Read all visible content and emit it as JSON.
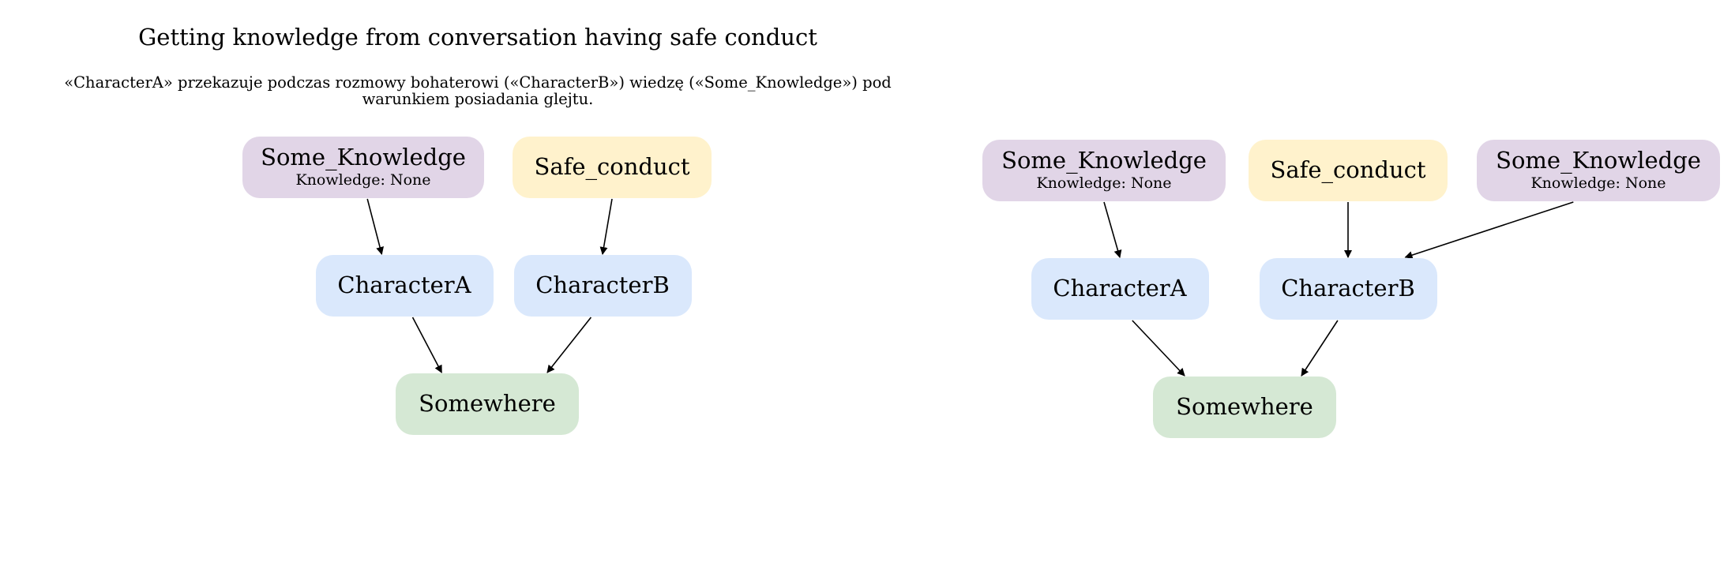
{
  "diagram": {
    "title": "Getting knowledge from conversation having safe conduct",
    "subtitle": "«CharacterA» przekazuje podczas rozmowy bohaterowi («CharacterB») wiedzę («Some_Knowledge») pod warunkiem posiadania glejtu.",
    "colors": {
      "knowledge": "#e1d5e7",
      "item": "#fff2cc",
      "character": "#dae8fc",
      "location": "#d5e8d4",
      "edge": "#000000"
    },
    "left": {
      "nodes": [
        {
          "id": "knowledge",
          "label": "Some_Knowledge",
          "sublabel": "Knowledge: None",
          "kind": "knowledge"
        },
        {
          "id": "safe_conduct",
          "label": "Safe_conduct",
          "kind": "item"
        },
        {
          "id": "character_a",
          "label": "CharacterA",
          "kind": "character"
        },
        {
          "id": "character_b",
          "label": "CharacterB",
          "kind": "character"
        },
        {
          "id": "somewhere",
          "label": "Somewhere",
          "kind": "location"
        }
      ],
      "edges": [
        {
          "from": "knowledge",
          "to": "character_a"
        },
        {
          "from": "safe_conduct",
          "to": "character_b"
        },
        {
          "from": "character_a",
          "to": "somewhere"
        },
        {
          "from": "character_b",
          "to": "somewhere"
        }
      ]
    },
    "right": {
      "nodes": [
        {
          "id": "knowledge_1",
          "label": "Some_Knowledge",
          "sublabel": "Knowledge: None",
          "kind": "knowledge"
        },
        {
          "id": "safe_conduct",
          "label": "Safe_conduct",
          "kind": "item"
        },
        {
          "id": "knowledge_2",
          "label": "Some_Knowledge",
          "sublabel": "Knowledge: None",
          "kind": "knowledge"
        },
        {
          "id": "character_a",
          "label": "CharacterA",
          "kind": "character"
        },
        {
          "id": "character_b",
          "label": "CharacterB",
          "kind": "character"
        },
        {
          "id": "somewhere",
          "label": "Somewhere",
          "kind": "location"
        }
      ],
      "edges": [
        {
          "from": "knowledge_1",
          "to": "character_a"
        },
        {
          "from": "safe_conduct",
          "to": "character_b"
        },
        {
          "from": "knowledge_2",
          "to": "character_b"
        },
        {
          "from": "character_a",
          "to": "somewhere"
        },
        {
          "from": "character_b",
          "to": "somewhere"
        }
      ]
    }
  }
}
